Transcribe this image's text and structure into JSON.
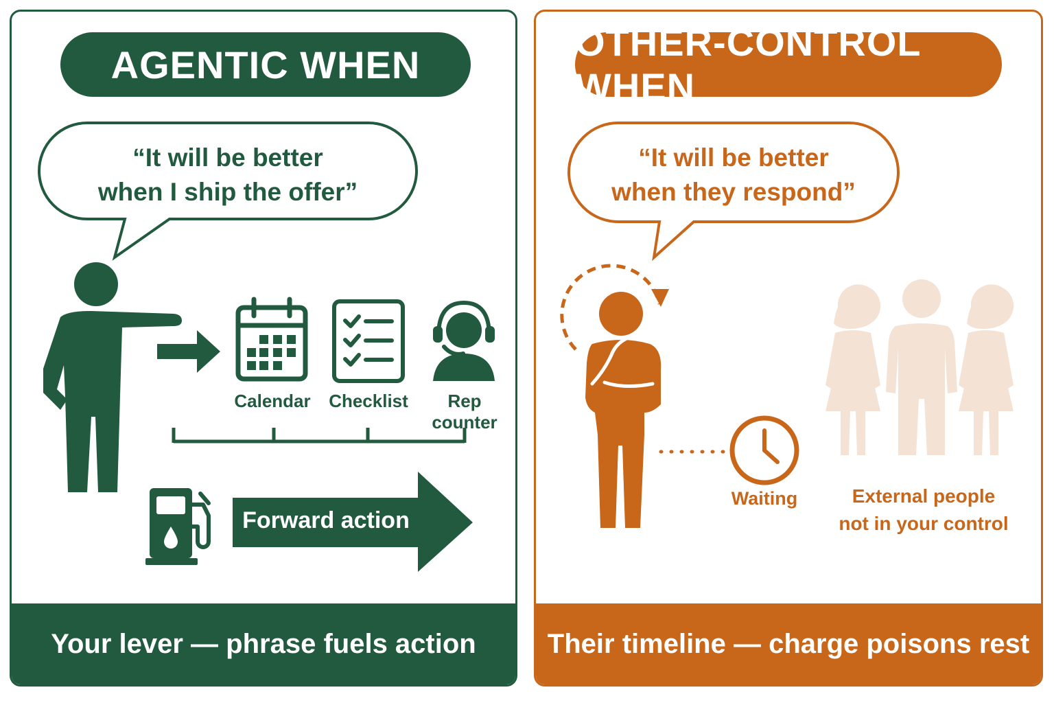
{
  "colors": {
    "green": "#225a40",
    "orange": "#c8661a",
    "faded": "#f4e2d4"
  },
  "left": {
    "title": "AGENTIC WHEN",
    "quote_line1": "“It will be better",
    "quote_line2": "when I ship the offer”",
    "tools": [
      {
        "label": "Calendar",
        "icon": "calendar-icon"
      },
      {
        "label": "Checklist",
        "icon": "checklist-icon"
      },
      {
        "label": "Rep counter",
        "icon": "headset-person-icon"
      }
    ],
    "action_label": "Forward action",
    "footer": "Your lever — phrase fuels action"
  },
  "right": {
    "title": "OTHER-CONTROL WHEN",
    "quote_line1": "“It will be better",
    "quote_line2": "when they respond”",
    "waiting_label": "Waiting",
    "external_label_line1": "External people",
    "external_label_line2": "not in your control",
    "footer": "Their timeline — charge poisons rest"
  }
}
